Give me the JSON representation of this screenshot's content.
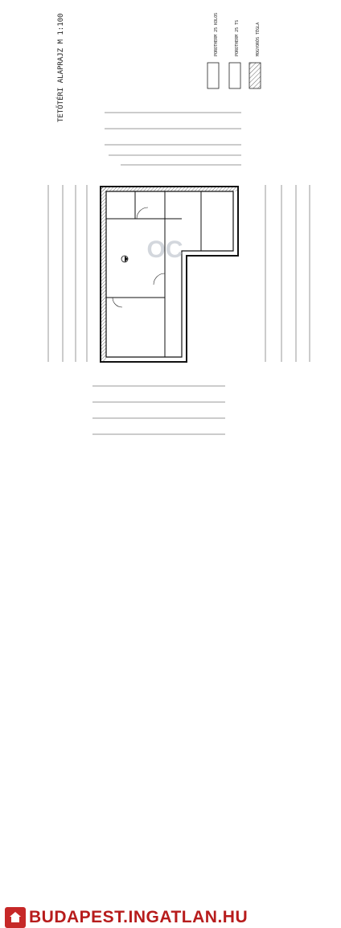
{
  "drawing": {
    "title": "TETŐTÉRI ALAPRAJZ M 1:100",
    "legend": [
      {
        "label": "POROTHERM 25 KOLOS"
      },
      {
        "label": "POROTHERM 25 TS"
      },
      {
        "label": "MOGYORÓS TÉGLA"
      }
    ]
  },
  "watermark": {
    "text": "OC"
  },
  "footer": {
    "brand": "BUDAPEST.INGATLAN.HU"
  }
}
